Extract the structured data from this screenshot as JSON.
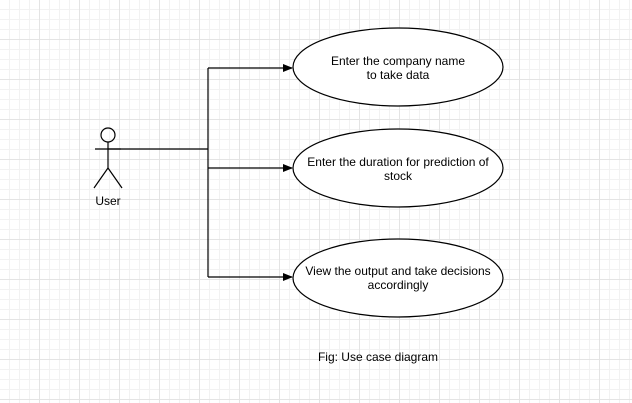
{
  "actor": {
    "label": "User"
  },
  "use_cases": [
    {
      "label": "Enter the company name\nto take data"
    },
    {
      "label": "Enter the duration for prediction of\nstock"
    },
    {
      "label": "View the output and take decisions\naccordingly"
    }
  ],
  "caption": "Fig: Use case diagram",
  "colors": {
    "stroke": "#000000",
    "fill": "#ffffff",
    "grid_major": "#e4e4e4",
    "grid_minor": "#f2f2f2"
  }
}
